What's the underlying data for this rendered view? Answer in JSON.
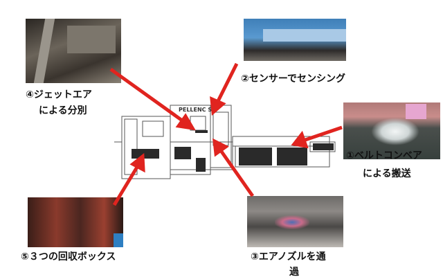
{
  "machine": {
    "brand": "PELLENC ST"
  },
  "steps": [
    {
      "label_line1": "①ベルトコンベア",
      "label_line2": "による搬送"
    },
    {
      "label_line1": "②センサーでセンシング"
    },
    {
      "label_line1": "③エアノズルを通",
      "label_line2": "過"
    },
    {
      "label_line1": "④ジェットエア",
      "label_line2": "による分別"
    },
    {
      "label_line1": "⑤３つの回収ボックス"
    }
  ],
  "colors": {
    "arrow": "#e0241f"
  }
}
